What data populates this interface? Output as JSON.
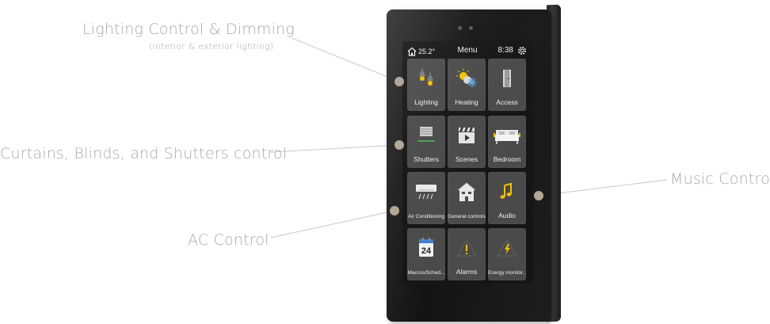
{
  "annotations": {
    "lighting_title": "Lighting Control & Dimming",
    "lighting_sub": "(interior & exterior lighting)",
    "curtains": "Curtains, Blinds, and Shutters control",
    "ac": "AC Control",
    "music": "Music Control"
  },
  "screen": {
    "temperature": "25.2°",
    "title": "Menu",
    "time": "8:38",
    "tiles": [
      {
        "label": "Lighting",
        "icon": "lightbulbs-icon"
      },
      {
        "label": "Heating",
        "icon": "sun-snowflake-icon"
      },
      {
        "label": "Access",
        "icon": "door-icon"
      },
      {
        "label": "Shutters",
        "icon": "shutter-icon"
      },
      {
        "label": "Scenes",
        "icon": "clapperboard-icon"
      },
      {
        "label": "Bedroom",
        "icon": "bed-icon"
      },
      {
        "label": "Air Conditioning",
        "icon": "air-conditioner-icon"
      },
      {
        "label": "General controls",
        "icon": "house-icon"
      },
      {
        "label": "Audio",
        "icon": "music-note-icon"
      },
      {
        "label": "Macros/Sched...",
        "icon": "calendar-icon"
      },
      {
        "label": "Alarms",
        "icon": "warning-icon"
      },
      {
        "label": "Energy monitor...",
        "icon": "lightning-icon"
      }
    ],
    "calendar_day": "24"
  },
  "colors": {
    "accent_yellow": "#f2c200",
    "dot": "#b3a795",
    "label_gray": "#a8a8a8"
  }
}
